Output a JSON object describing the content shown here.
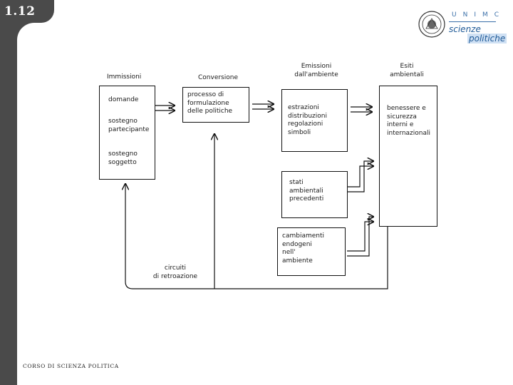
{
  "slide": {
    "number": "1.12",
    "footer": "CORSO DI SCIENZA POLITICA"
  },
  "logo": {
    "letters": "UNIMC",
    "line1": "scienze",
    "line2": "politiche"
  },
  "diagram": {
    "headers": {
      "inputs": "Immissioni",
      "conversion": "Conversione",
      "outputs": "Emissioni\ndall'ambiente",
      "environment": "Esiti\nambientali"
    },
    "inputs_box": [
      "domande",
      "sostegno\npartecipante",
      "sostegno\nsoggetto"
    ],
    "conversion_box": "processo di\nformulazione\ndelle politiche",
    "outputs_box": "estrazioni\ndistribuzioni\nregolazioni\nsimboli",
    "outcome_box": "benessere e\nsicurezza\ninterni e\ninternazionali",
    "env_box_1": "stati\nambientali\nprecedenti",
    "env_box_2": "cambiamenti\nendogeni\nnell'\nambiente",
    "feedback": "circuiti\ndi retroazione"
  },
  "colors": {
    "sidebar": "#4a4a4a",
    "logo_blue": "#1f5a97"
  }
}
